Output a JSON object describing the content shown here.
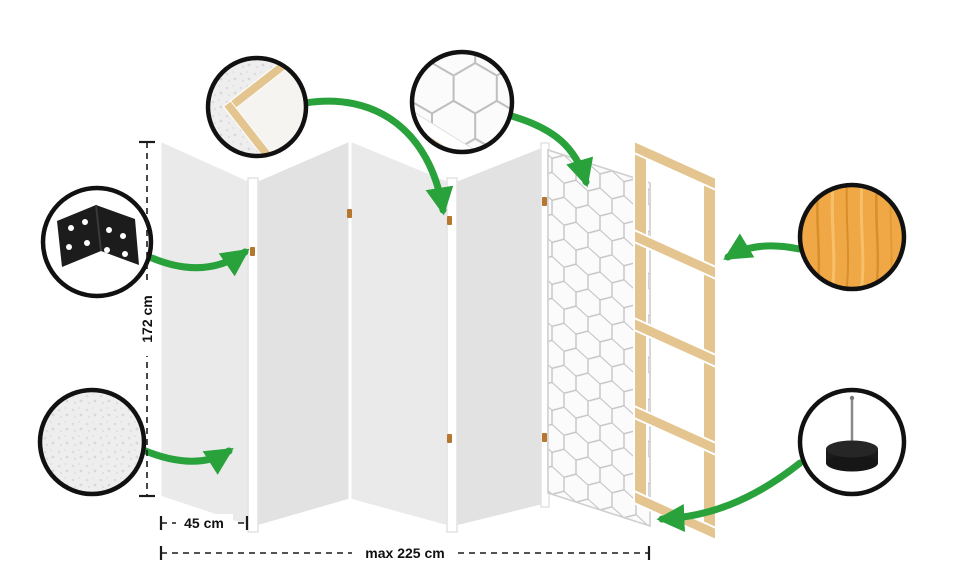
{
  "labels": {
    "height": "172 cm",
    "panel_width": "45 cm",
    "max_width": "max 225 cm"
  },
  "callouts": {
    "hinge": "hinge-icon",
    "fabric": "fleece-texture-icon",
    "frame_corner": "frame-corner-detail-icon",
    "pattern_corner": "pattern-corner-detail-icon",
    "wood": "pine-wood-texture-icon",
    "foot": "stabilizing-foot-icon"
  },
  "colors": {
    "accent_green": "#2aa23c",
    "wood_beige": "#e4c590",
    "wood_orange": "#efa845",
    "panel_light": "#eaeaea",
    "panel_dark": "#e2e2e2",
    "pattern_line": "#c2c2c2",
    "outline": "#111111",
    "hinge_black": "#1c1c1c"
  }
}
